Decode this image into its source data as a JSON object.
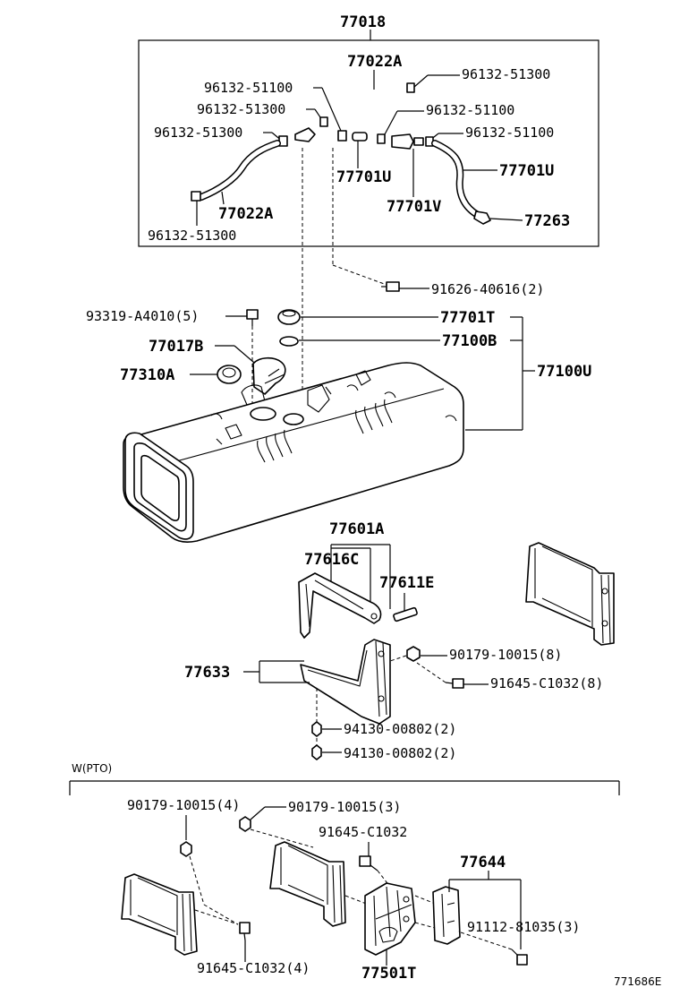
{
  "figure_id": "771686E",
  "section_label": "W(PTO)",
  "labels": {
    "l77018": "77018",
    "l77022A_top": "77022A",
    "l96132_51300_a": "96132-51300",
    "l96132_51100_a": "96132-51100",
    "l96132_51300_b": "96132-51300",
    "l96132_51100_b": "96132-51100",
    "l96132_51300_c": "96132-51300",
    "l96132_51100_c": "96132-51100",
    "l77701U_a": "77701U",
    "l77701U_b": "77701U",
    "l77701V": "77701V",
    "l77022A_bot": "77022A",
    "l77263": "77263",
    "l96132_51300_d": "96132-51300",
    "l91626": "91626-40616(2)",
    "l93319": "93319-A4010(5)",
    "l77701T": "77701T",
    "l77017B": "77017B",
    "l77100B": "77100B",
    "l77310A": "77310A",
    "l77100U": "77100U",
    "l77601A": "77601A",
    "l77616C": "77616C",
    "l77611E": "77611E",
    "l90179_8": "90179-10015(8)",
    "l77633": "77633",
    "l91645_8": "91645-C1032(8)",
    "l94130_a": "94130-00802(2)",
    "l94130_b": "94130-00802(2)",
    "l90179_4": "90179-10015(4)",
    "l90179_3": "90179-10015(3)",
    "l91645_single": "91645-C1032",
    "l77644": "77644",
    "l91112": "91112-81035(3)",
    "l91645_4": "91645-C1032(4)",
    "l77501T": "77501T"
  }
}
